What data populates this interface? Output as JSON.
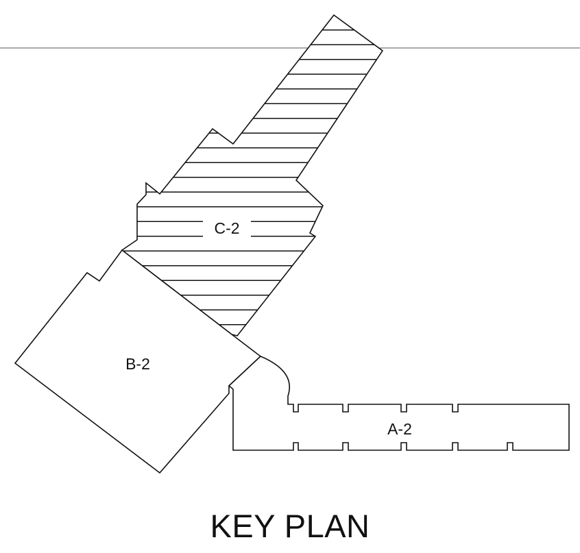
{
  "title": "KEY PLAN",
  "wings": [
    {
      "id": "c-2",
      "label": "C-2",
      "hatched": true
    },
    {
      "id": "b-2",
      "label": "B-2",
      "hatched": false
    },
    {
      "id": "a-2",
      "label": "A-2",
      "hatched": false
    }
  ],
  "colors": {
    "line": "#111111",
    "background": "#ffffff"
  }
}
